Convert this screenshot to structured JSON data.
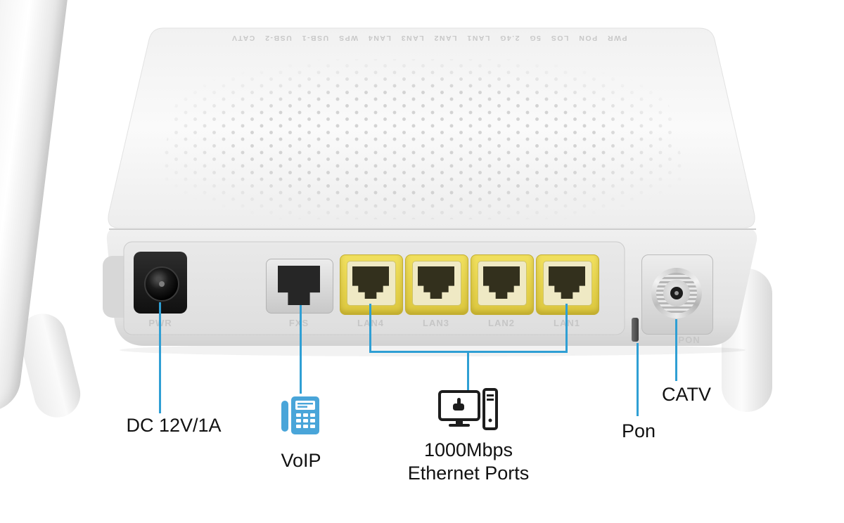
{
  "device": {
    "top_edge_labels": "PWR  PON  LOS  5G  2.4G  LAN1  LAN2  LAN3  LAN4  WPS  USB-1  USB-2  CATV",
    "port_labels": {
      "pwr": "PWR",
      "fxs": "FXS",
      "lan4": "LAN4",
      "lan3": "LAN3",
      "lan2": "LAN2",
      "lan1": "LAN1",
      "pon": "PON"
    }
  },
  "callouts": {
    "power": "DC 12V/1A",
    "voip": "VoIP",
    "ethernet_line1": "1000Mbps",
    "ethernet_line2": "Ethernet Ports",
    "pon": "Pon",
    "catv": "CATV"
  },
  "colors": {
    "callout_line": "#2f9fd4",
    "callout_text": "#111111",
    "lan_port_yellow": "#e7d44b",
    "voip_icon_blue": "#49a5d9"
  }
}
